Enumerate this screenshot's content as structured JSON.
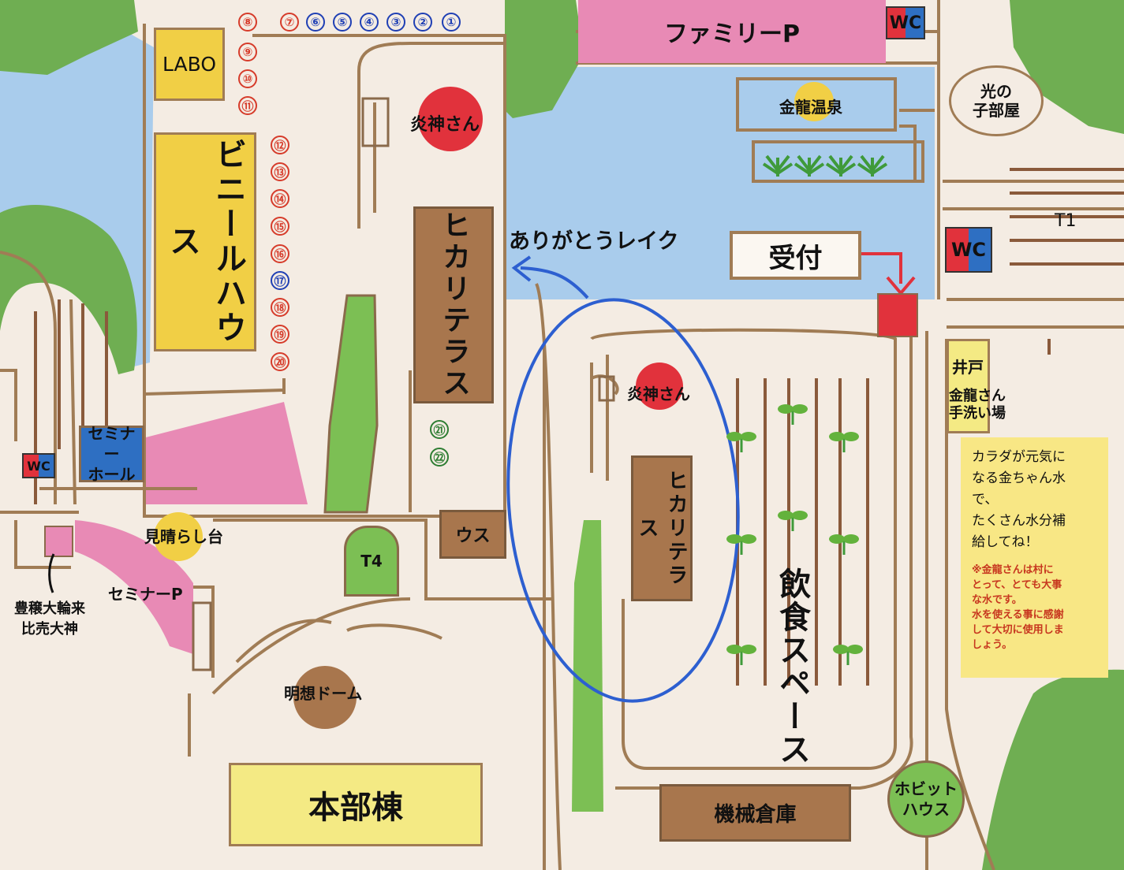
{
  "map": {
    "labels": {
      "family_parking": "ファミリーP",
      "labo": "LABO",
      "vinyl_house": "ビニールハウス",
      "enjin_top": "炎神さん",
      "hikari_terrace_top": "ヒカリテラス",
      "arigatou_lake": "ありがとうレイク",
      "uketsuke": "受付",
      "kinryu_onsen": "金龍温泉",
      "hikari_kobeya": "光の\n子部屋",
      "t1": "T1",
      "well": "井戸",
      "handwash": "金龍さん\n手洗い場",
      "enjin_center": "炎神さん",
      "hikari_terrace_center": "ヒカリテラス",
      "eating_space": "飲食スペース",
      "seminar_hall": "セミナー\nホール",
      "miharashi": "見晴らし台",
      "t4": "T4",
      "usu": "ウス",
      "seminar_parking": "セミナーP",
      "deity": "豊穣大輪来\n比売大神",
      "meiso_dome": "明想ドーム",
      "honbu": "本部棟",
      "kikai_souko": "機械倉庫",
      "hobbit_house": "ホビット\nハウス",
      "wc": "WC"
    },
    "note": {
      "main": "カラダが元気に\nなる金ちゃん水\nで、\nたくさん水分補\n給してね！",
      "warning": "※金龍さんは村に\nとって、とても大事\nな水です。\n水を使える事に感謝\nして大切に使用しま\nしょう。"
    },
    "site_numbers": [
      "⑧",
      "⑨",
      "⑩",
      "⑪",
      "⑦",
      "⑥",
      "⑤",
      "④",
      "③",
      "②",
      "①",
      "⑫",
      "⑬",
      "⑭",
      "⑮",
      "⑯",
      "⑰",
      "⑱",
      "⑲",
      "⑳",
      "㉑",
      "㉒"
    ],
    "colors": {
      "water": "#a9ccec",
      "tree": "#6fae52",
      "pink": "#e88ab5",
      "yellow": "#f1cf45",
      "brown": "#a8764d",
      "red": "#e1323c",
      "blue_route": "#2d5fd0"
    }
  }
}
